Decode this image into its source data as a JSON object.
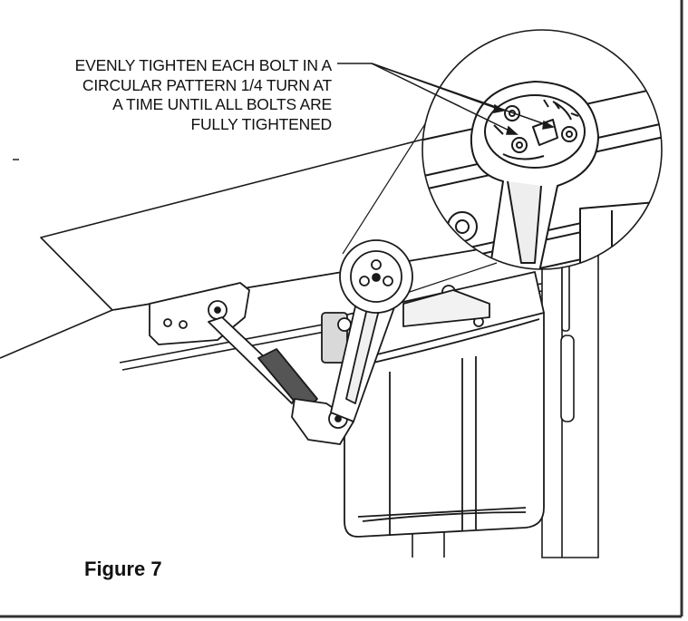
{
  "callout": {
    "lines": [
      "EVENLY TIGHTEN EACH BOLT IN A",
      "CIRCULAR PATTERN 1/4 TURN AT",
      "A TIME UNTIL ALL BOLTS ARE",
      "FULLY TIGHTENED"
    ]
  },
  "figure": {
    "label": "Figure 7"
  },
  "colors": {
    "line": "#1a1a1a",
    "frame": "#333333",
    "fill": "#ffffff",
    "shade": "#d9d9d9"
  }
}
